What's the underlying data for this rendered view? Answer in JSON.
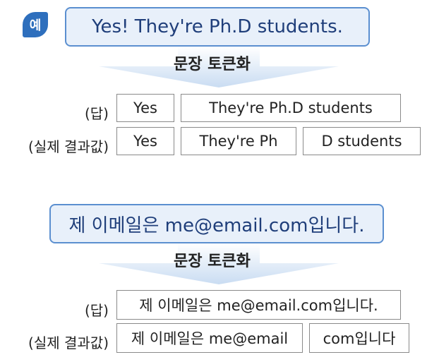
{
  "badge": "예",
  "example1": {
    "sentence": "Yes! They're Ph.D students.",
    "operation": "문장 토큰화",
    "answer_label": "(답)",
    "answer_tokens": [
      "Yes",
      "They're Ph.D students"
    ],
    "actual_label": "(실제 결과값)",
    "actual_tokens": [
      "Yes",
      "They're Ph",
      "D students"
    ]
  },
  "example2": {
    "sentence": "제 이메일은 me@email.com입니다.",
    "operation": "문장 토큰화",
    "answer_label": "(답)",
    "answer_tokens": [
      "제 이메일은 me@email.com입니다."
    ],
    "actual_label": "(실제 결과값)",
    "actual_tokens": [
      "제 이메일은 me@email",
      "com입니다"
    ]
  },
  "colors": {
    "badge": "#2e6fbd",
    "sentence_fill": "#e8f0fa",
    "sentence_border": "#5b8fd0",
    "sentence_text": "#1f3e7a",
    "arrow": "#c9dcf2"
  }
}
